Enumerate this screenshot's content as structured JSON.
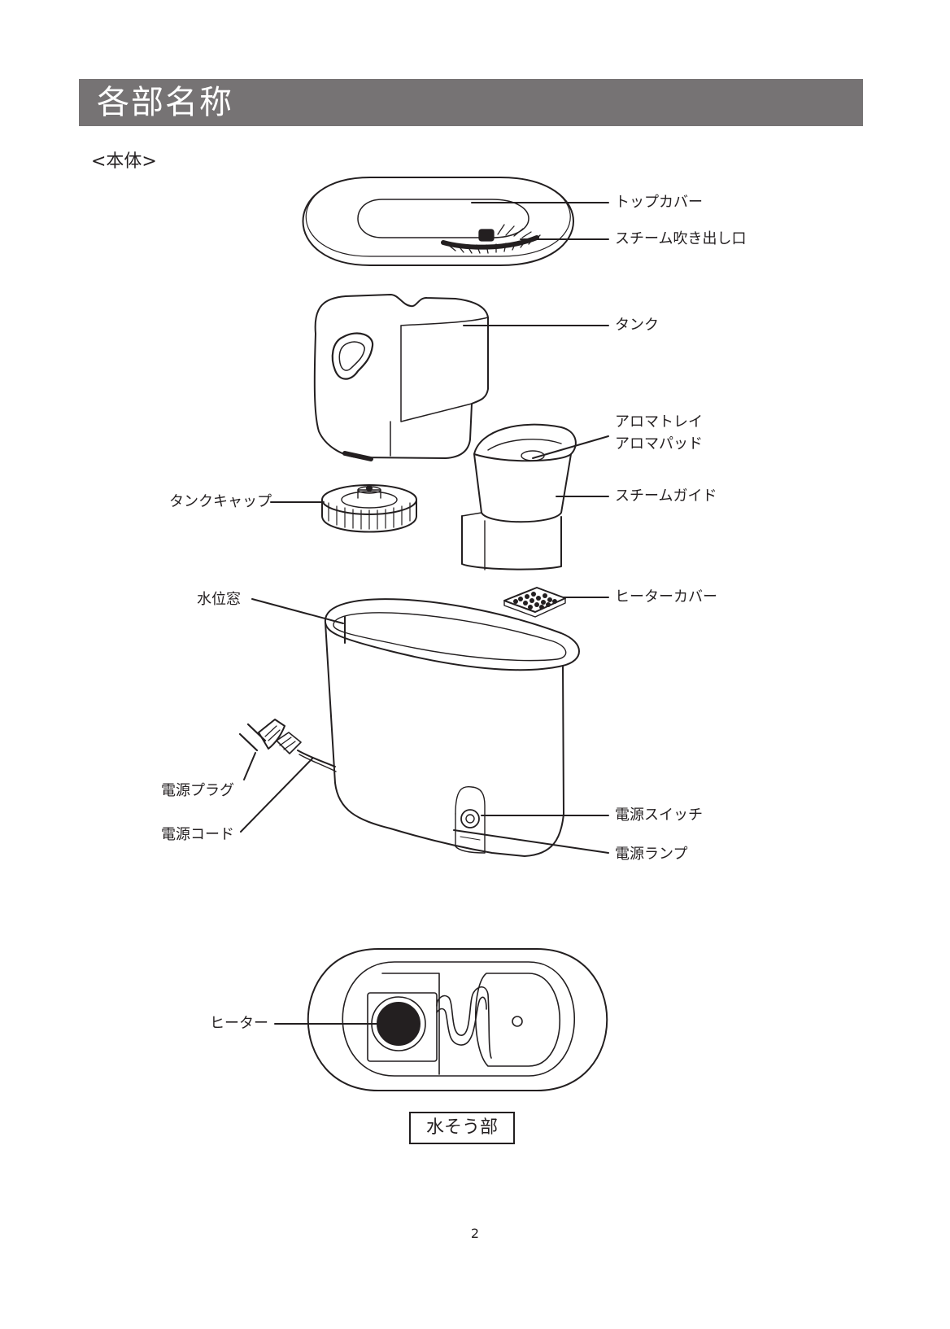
{
  "header": {
    "title": "各部名称"
  },
  "section": {
    "label": "<本体>"
  },
  "parts": {
    "top_cover": "トップカバー",
    "steam_outlet": "スチーム吹き出し口",
    "tank": "タンク",
    "aroma_tray": "アロマトレイ",
    "aroma_pad": "アロマパッド",
    "steam_guide": "スチームガイド",
    "tank_cap": "タンクキャップ",
    "water_window": "水位窓",
    "heater_cover": "ヒーターカバー",
    "power_plug": "電源プラグ",
    "power_cord": "電源コード",
    "power_switch": "電源スイッチ",
    "power_lamp": "電源ランプ",
    "heater": "ヒーター"
  },
  "water_tank_caption": "水そう部",
  "page_number": "2",
  "colors": {
    "title_bar": "#767374",
    "line": "#231f20"
  }
}
